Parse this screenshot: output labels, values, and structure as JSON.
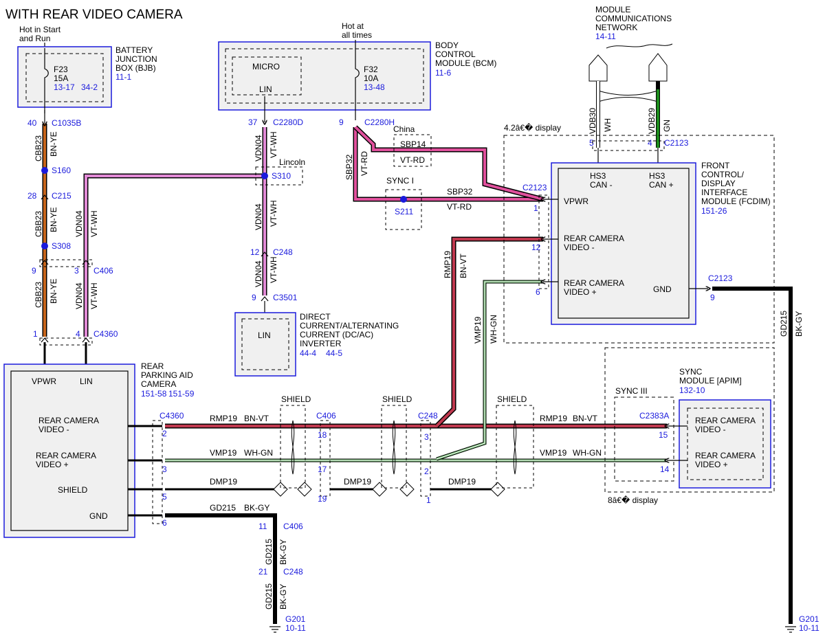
{
  "title": "WITH REAR VIDEO CAMERA",
  "colors": {
    "bn_ye": "#c8661c",
    "vt_wh": "#e28ad6",
    "vt_rd": "#e0509c",
    "bn_vt": "#c0384e",
    "wh_gn": "#6ab46a",
    "gn": "#1c8c1c",
    "wh": "#ffffff",
    "bk_gy": "#000000",
    "link_blue": "#1a1adc"
  },
  "bjb": {
    "hot_label": [
      "Hot in Start",
      "and Run"
    ],
    "name": [
      "BATTERY",
      "JUNCTION",
      "BOX (BJB)"
    ],
    "ref": "11-1",
    "fuse": "F23",
    "amps": "15A",
    "ref_a": "13-17",
    "ref_b": "34-2"
  },
  "bcm": {
    "hot_label": [
      "Hot at",
      "all times"
    ],
    "name": [
      "BODY",
      "CONTROL",
      "MODULE (BCM)"
    ],
    "ref": "11-6",
    "micro": "MICRO",
    "lin": "LIN",
    "fuse": "F32",
    "amps": "10A",
    "fuse_ref": "13-48"
  },
  "network": {
    "name": [
      "MODULE",
      "COMMUNICATIONS",
      "NETWORK"
    ],
    "ref": "14-11"
  },
  "fcdim": {
    "name": [
      "FRONT",
      "CONTROL/",
      "DISPLAY",
      "INTERFACE",
      "MODULE (FCDIM)"
    ],
    "ref": "151-26",
    "option": "4.2â€� display",
    "vpwr": "VPWR",
    "rcv_neg": [
      "REAR CAMERA",
      "VIDEO -"
    ],
    "rcv_pos": [
      "REAR CAMERA",
      "VIDEO +"
    ],
    "gnd": "GND",
    "hs3_neg": [
      "HS3",
      "CAN -"
    ],
    "hs3_pos": [
      "HS3",
      "CAN +"
    ]
  },
  "dcac": {
    "name": [
      "DIRECT",
      "CURRENT/ALTERNATING",
      "CURRENT (DC/AC)",
      "INVERTER"
    ],
    "ref_a": "44-4",
    "ref_b": "44-5",
    "lin": "LIN"
  },
  "camera": {
    "name": [
      "REAR",
      "PARKING AID",
      "CAMERA"
    ],
    "ref_a": "151-58",
    "ref_b": "151-59",
    "vpwr": "VPWR",
    "lin": "LIN",
    "rcv_neg": [
      "REAR CAMERA",
      "VIDEO -"
    ],
    "rcv_pos": [
      "REAR CAMERA",
      "VIDEO +"
    ],
    "shield": "SHIELD",
    "gnd": "GND"
  },
  "sync": {
    "name": [
      "SYNC",
      "MODULE [APIM]"
    ],
    "ref": "132-10",
    "option": "8â€� display",
    "sync3": "SYNC III",
    "rcv_neg": [
      "REAR CAMERA",
      "VIDEO -"
    ],
    "rcv_pos": [
      "REAR CAMERA",
      "VIDEO +"
    ]
  },
  "wires": {
    "cbb23": "CBB23",
    "bn_ye": "BN-YE",
    "vdn04": "VDN04",
    "vt_wh": "VT-WH",
    "sbp32": "SBP32",
    "vt_rd": "VT-RD",
    "rmp19": "RMP19",
    "bn_vt": "BN-VT",
    "vmp19": "VMP19",
    "wh_gn": "WH-GN",
    "dmp19": "DMP19",
    "gd215": "GD215",
    "bk_gy": "BK-GY",
    "vdb30": "VDB30",
    "wh": "WH",
    "vdb29": "VDB29",
    "gn": "GN"
  },
  "connectors": {
    "c1035b": "C1035B",
    "c1035b_pin": "40",
    "s160": "S160",
    "c215": "C215",
    "c215_pin": "28",
    "s308": "S308",
    "c406": "C406",
    "c4360": "C4360",
    "c2280d": "C2280D",
    "c2280d_pin": "37",
    "c2280h": "C2280H",
    "c2280h_pin": "9",
    "s310": "S310",
    "lincoln": "Lincoln",
    "c248": "C248",
    "c3501": "C3501",
    "c3501_pin": "9",
    "china": "China",
    "sbp14": "SBP14",
    "sync1": "SYNC I",
    "s211": "S211",
    "c2123": "C2123",
    "c2383a": "C2383A",
    "g201": "G201",
    "g201_ref": "10-11",
    "shield": "SHIELD"
  },
  "pins": {
    "c406_cbb": "9",
    "c406_vdn": "3",
    "c4360_cbb": "1",
    "c4360_vdn": "4",
    "c248_vdn": "12",
    "c2123_vpwr": "1",
    "c2123_neg": "12",
    "c2123_pos": "6",
    "c2123_gnd": "9",
    "c2123_vdb30": "5",
    "c2123_vdb29": "4",
    "c4360_rmp": "2",
    "c4360_vmp": "3",
    "c4360_dmp": "5",
    "c4360_gd": "6",
    "c406_rmp": "18",
    "c406_vmp": "17",
    "c406_dmp": "19",
    "c406_gd": "11",
    "c248_rmp": "3",
    "c248_vmp": "2",
    "c248_dmp": "1",
    "c248_gd": "21",
    "c2383a_rmp": "15",
    "c2383a_vmp": "14"
  }
}
